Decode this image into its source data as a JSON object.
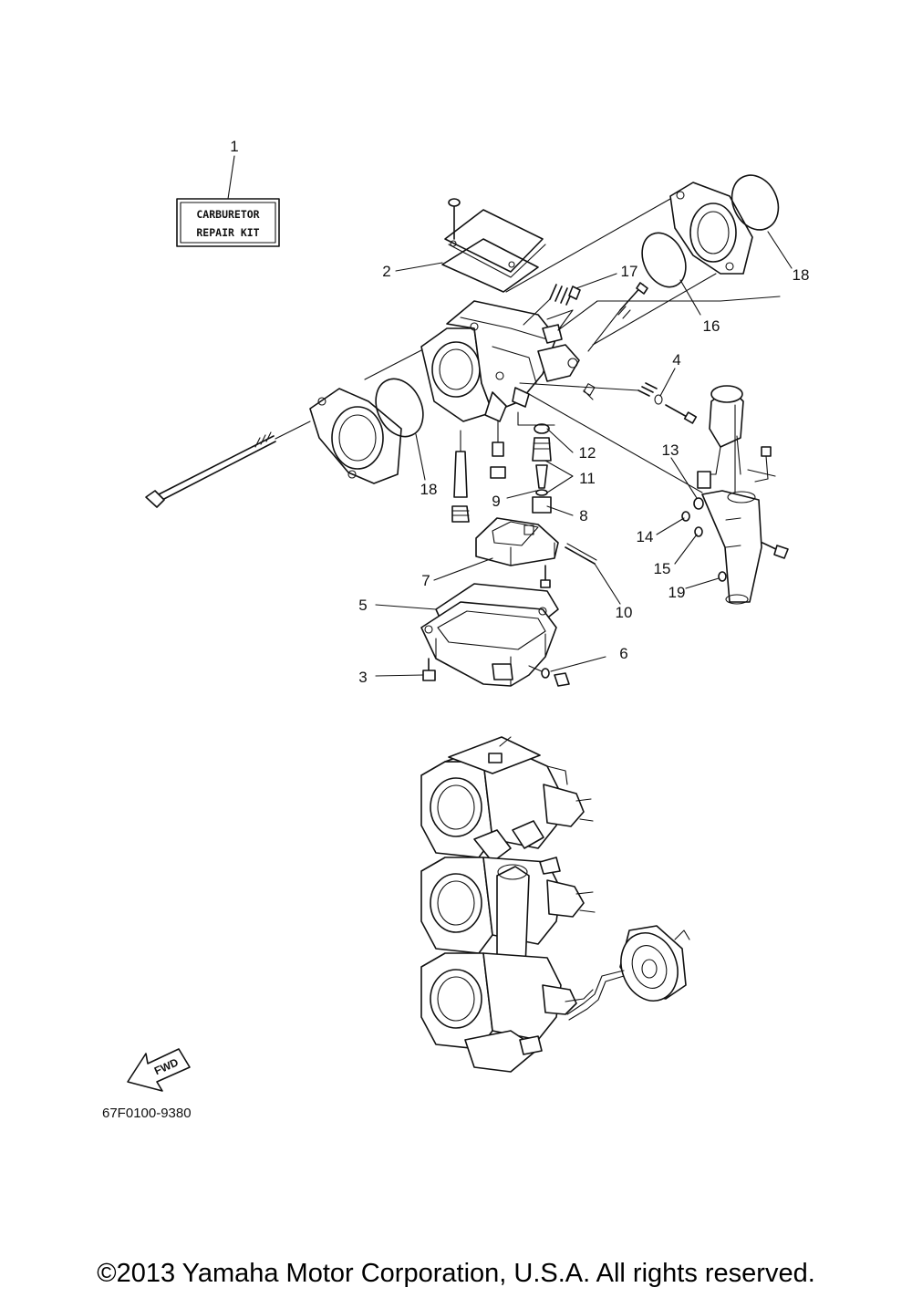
{
  "repair_kit": {
    "line1": "CARBURETOR",
    "line2": "REPAIR KIT"
  },
  "callouts": [
    {
      "id": "c1",
      "label": "1"
    },
    {
      "id": "c2",
      "label": "2"
    },
    {
      "id": "c3",
      "label": "3"
    },
    {
      "id": "c4",
      "label": "4"
    },
    {
      "id": "c5",
      "label": "5"
    },
    {
      "id": "c6",
      "label": "6"
    },
    {
      "id": "c7",
      "label": "7"
    },
    {
      "id": "c8",
      "label": "8"
    },
    {
      "id": "c9",
      "label": "9"
    },
    {
      "id": "c10",
      "label": "10"
    },
    {
      "id": "c11",
      "label": "11"
    },
    {
      "id": "c12",
      "label": "12"
    },
    {
      "id": "c13",
      "label": "13"
    },
    {
      "id": "c14",
      "label": "14"
    },
    {
      "id": "c15",
      "label": "15"
    },
    {
      "id": "c16",
      "label": "16"
    },
    {
      "id": "c17",
      "label": "17"
    },
    {
      "id": "c18a",
      "label": "18"
    },
    {
      "id": "c18b",
      "label": "18"
    },
    {
      "id": "c19",
      "label": "19"
    }
  ],
  "fwd_label": "FWD",
  "part_code": "67F0100-9380",
  "copyright": "©2013 Yamaha Motor Corporation, U.S.A. All rights reserved."
}
